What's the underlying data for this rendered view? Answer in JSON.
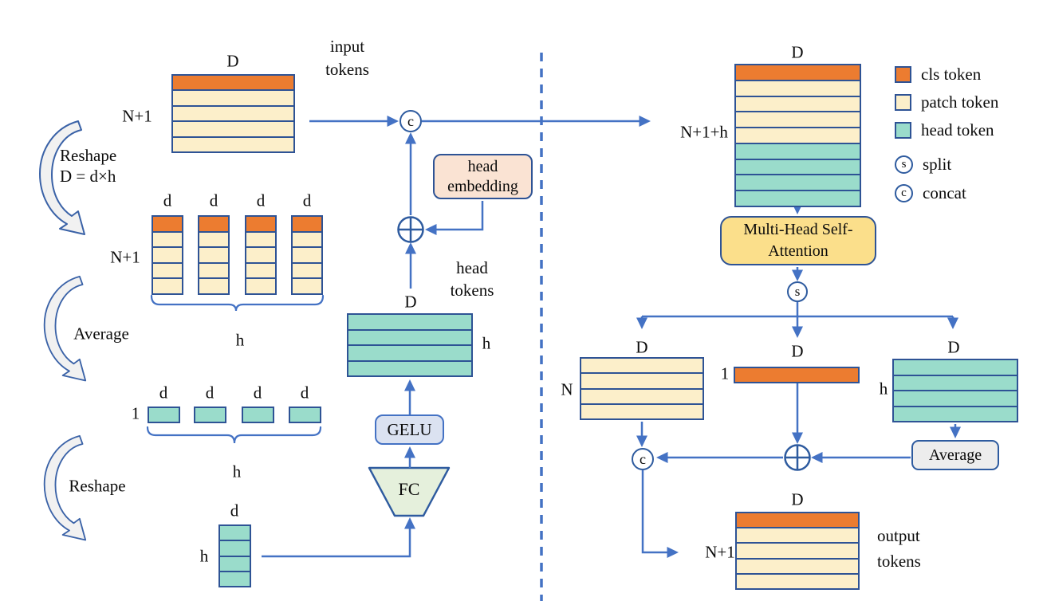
{
  "colors": {
    "cls": "#EC7C30",
    "patch": "#FCEFCA",
    "head": "#9ADCCB",
    "matrix_border": "#2E5395",
    "arrow_blue": "#4472C4",
    "mhsa_fill": "#FBDF8B",
    "head_embedding_fill": "#FAE3D3",
    "gelu_fill": "#DBE2F1",
    "fc_fill": "#E5F0DC",
    "average_fill": "#EDEDED",
    "swoosh_fill": "#F1F1F1",
    "swoosh_stroke": "#3A62A7"
  },
  "dims": {
    "D": "D",
    "d": "d",
    "h": "h",
    "N": "N",
    "one": "1",
    "N_plus_1": "N+1",
    "N_plus_1_plus_h": "N+1+h"
  },
  "ops": {
    "concat_symbol": "c",
    "split_symbol": "s"
  },
  "labels": {
    "input_tokens": "input tokens",
    "reshape_1": "Reshape",
    "reshape_formula": "D = d×h",
    "average_left": "Average",
    "reshape_2": "Reshape",
    "head_embedding": "head embedding",
    "head_tokens": "head tokens",
    "gelu": "GELU",
    "fc": "FC",
    "mhsa": "Multi-Head Self-Attention",
    "average_right": "Average",
    "output_tokens": "output tokens"
  },
  "legend": {
    "items": [
      {
        "swatch": "cls",
        "label": "cls token"
      },
      {
        "swatch": "patch",
        "label": "patch token"
      },
      {
        "swatch": "head",
        "label": "head token"
      },
      {
        "symbol": "s",
        "label": "split"
      },
      {
        "symbol": "c",
        "label": "concat"
      }
    ]
  },
  "matrices": {
    "input": {
      "rows": [
        "cls",
        "patch",
        "patch",
        "patch",
        "patch"
      ]
    },
    "reshaped": {
      "rows": [
        "cls",
        "patch",
        "patch",
        "patch",
        "patch"
      ]
    },
    "avg_cell": {
      "rows": [
        "head"
      ]
    },
    "stack": {
      "rows": [
        "head",
        "head",
        "head",
        "head"
      ]
    },
    "head_tokens": {
      "rows": [
        "head",
        "head",
        "head",
        "head"
      ]
    },
    "concat_all": {
      "rows": [
        "cls",
        "patch",
        "patch",
        "patch",
        "patch",
        "head",
        "head",
        "head",
        "head"
      ]
    },
    "patch_split": {
      "rows": [
        "patch",
        "patch",
        "patch",
        "patch"
      ]
    },
    "cls_split": {
      "rows": [
        "cls"
      ]
    },
    "head_split": {
      "rows": [
        "head",
        "head",
        "head",
        "head"
      ]
    },
    "output": {
      "rows": [
        "cls",
        "patch",
        "patch",
        "patch",
        "patch"
      ]
    }
  }
}
